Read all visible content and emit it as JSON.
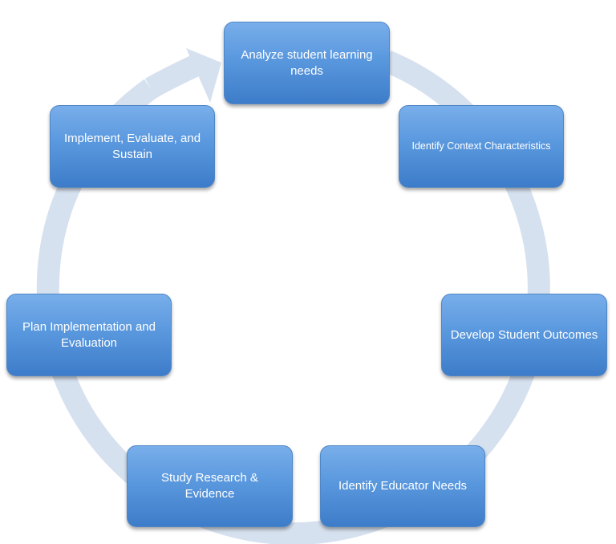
{
  "diagram": {
    "type": "cycle",
    "ring_color": "#d6e1ef",
    "node_color": "#5a98de",
    "nodes": [
      {
        "label": "Analyze student learning needs"
      },
      {
        "label": "Identify Context Characteristics"
      },
      {
        "label": "Develop Student Outcomes"
      },
      {
        "label": "Identify Educator Needs"
      },
      {
        "label": "Study Research & Evidence"
      },
      {
        "label": "Plan Implementation and Evaluation"
      },
      {
        "label": "Implement, Evaluate, and Sustain"
      }
    ]
  }
}
